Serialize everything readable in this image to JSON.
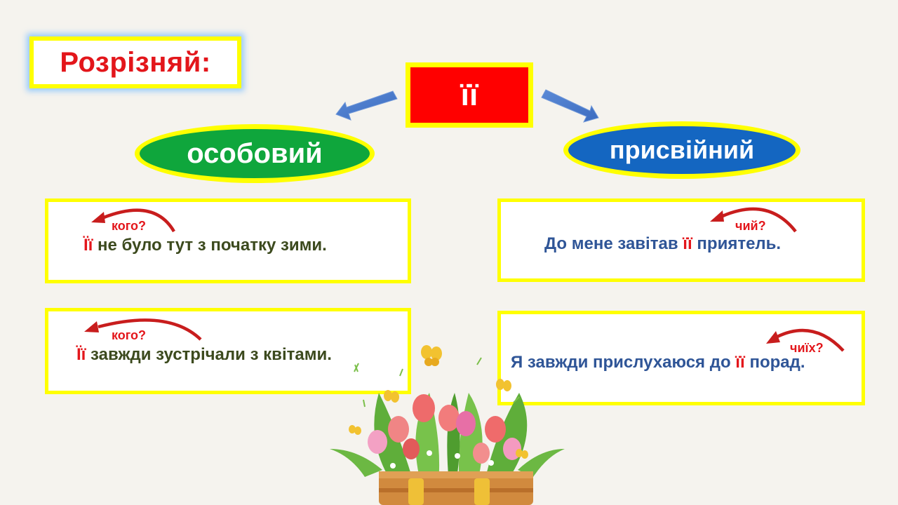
{
  "title": "Розрізняй:",
  "center_word": "її",
  "categories": {
    "left": "особовий",
    "right": "присвійний"
  },
  "sentences": [
    {
      "question": "кого?",
      "word": "Її",
      "rest": " не було тут з початку зими."
    },
    {
      "question": "кого?",
      "word": "Її",
      "rest": " завжди зустрічали з квітами."
    },
    {
      "question": "чий?",
      "before": "До мене завітав ",
      "word": "її",
      "after": " приятель."
    },
    {
      "question": "чиїх?",
      "before": "Я завжди прислухаюся до ",
      "word": "її",
      "after": " порад."
    }
  ],
  "colors": {
    "title": "#e3161b",
    "center_bg": "#ff0000",
    "left_ellipse": "#0fa63c",
    "right_ellipse": "#1466c1",
    "frame": "#ffff00",
    "left_text": "#3c4a1e",
    "right_text": "#2f5597"
  },
  "icons": [
    "arrow-left-icon",
    "arrow-right-icon",
    "curved-arrow-icon",
    "flower-basket-illustration",
    "butterfly-icon"
  ]
}
